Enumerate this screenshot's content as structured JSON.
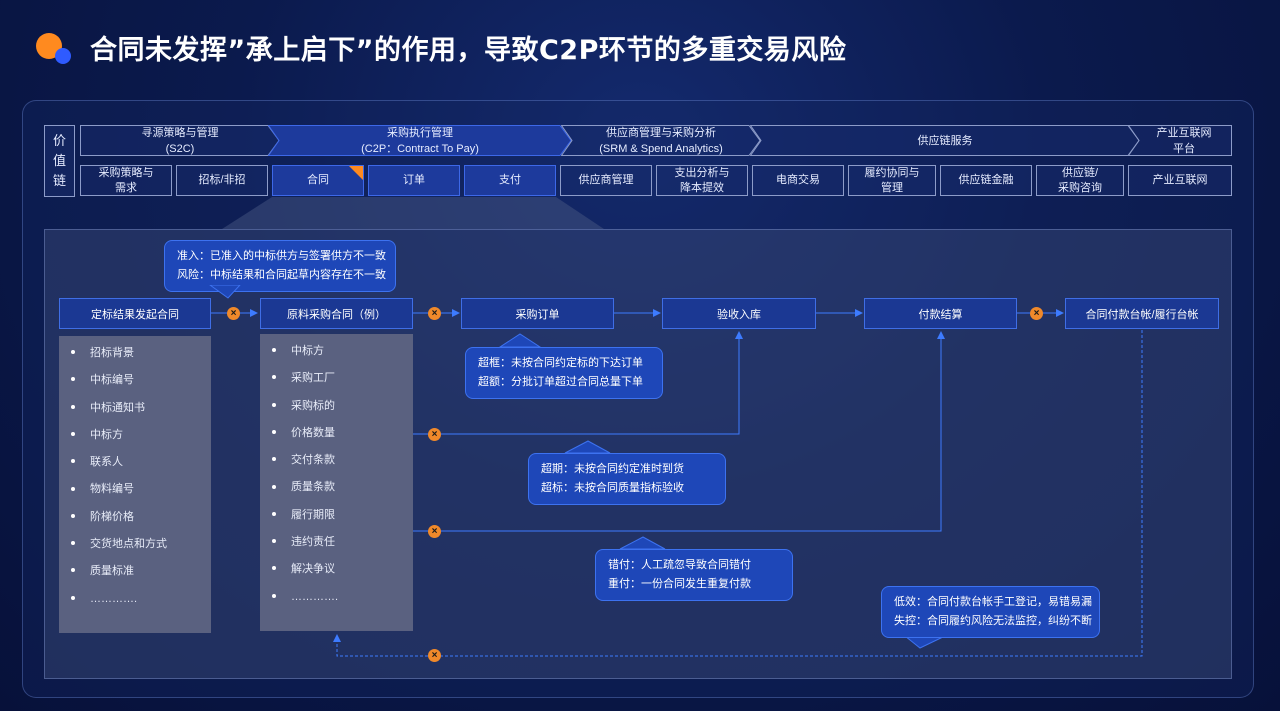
{
  "title": "合同未发挥”承上启下”的作用，导致C2P环节的多重交易风险",
  "colors": {
    "accent_orange": "#f0892a",
    "accent_blue": "#2f5bff",
    "node_blue": "#1b3893",
    "bubble_blue": "#1e47b8",
    "list_gray": "#5a6180"
  },
  "value_chain": {
    "label": [
      "价",
      "值",
      "链"
    ],
    "stages": [
      {
        "line1": "寻源策略与管理",
        "line2": "(S2C)"
      },
      {
        "line1": "采购执行管理",
        "line2": "(C2P：Contract To Pay)"
      },
      {
        "line1": "供应商管理与采购分析",
        "line2": "(SRM & Spend Analytics)"
      },
      {
        "line1": "供应链服务",
        "line2": ""
      },
      {
        "line1": "产业互联网",
        "line2": "平台"
      }
    ],
    "cells": [
      {
        "line1": "采购策略与",
        "line2": "需求"
      },
      {
        "line1": "招标/非招",
        "line2": ""
      },
      {
        "line1": "合同",
        "line2": ""
      },
      {
        "line1": "订单",
        "line2": ""
      },
      {
        "line1": "支付",
        "line2": ""
      },
      {
        "line1": "供应商管理",
        "line2": ""
      },
      {
        "line1": "支出分析与",
        "line2": "降本提效"
      },
      {
        "line1": "电商交易",
        "line2": ""
      },
      {
        "line1": "履约协同与",
        "line2": "管理"
      },
      {
        "line1": "供应链金融",
        "line2": ""
      },
      {
        "line1": "供应链/",
        "line2": "采购咨询"
      },
      {
        "line1": "产业互联网",
        "line2": ""
      }
    ]
  },
  "flow": {
    "nodes": [
      "定标结果发起合同",
      "原料采购合同（例）",
      "采购订单",
      "验收入库",
      "付款结算",
      "合同付款台帐/履行台帐"
    ],
    "list_left": [
      "招标背景",
      "中标编号",
      "中标通知书",
      "中标方",
      "联系人",
      "物料编号",
      "阶梯价格",
      "交货地点和方式",
      "质量标准",
      "…………."
    ],
    "list_mid": [
      "中标方",
      "采购工厂",
      "采购标的",
      "价格数量",
      "交付条款",
      "质量条款",
      "履行期限",
      "违约责任",
      "解决争议",
      "…………."
    ],
    "bubbles": {
      "b1": [
        "准入：已准入的中标供方与签署供方不一致",
        "风险：中标结果和合同起草内容存在不一致"
      ],
      "b2": [
        "超框：未按合同约定标的下达订单",
        "超额：分批订单超过合同总量下单"
      ],
      "b3": [
        "超期：未按合同约定准时到货",
        "超标：未按合同质量指标验收"
      ],
      "b4": [
        "错付：人工疏忽导致合同错付",
        "重付：一份合同发生重复付款"
      ],
      "b5": [
        "低效：合同付款台帐手工登记，易错易漏",
        "失控：合同履约风险无法监控，纠纷不断"
      ]
    },
    "x_mark": "×"
  }
}
